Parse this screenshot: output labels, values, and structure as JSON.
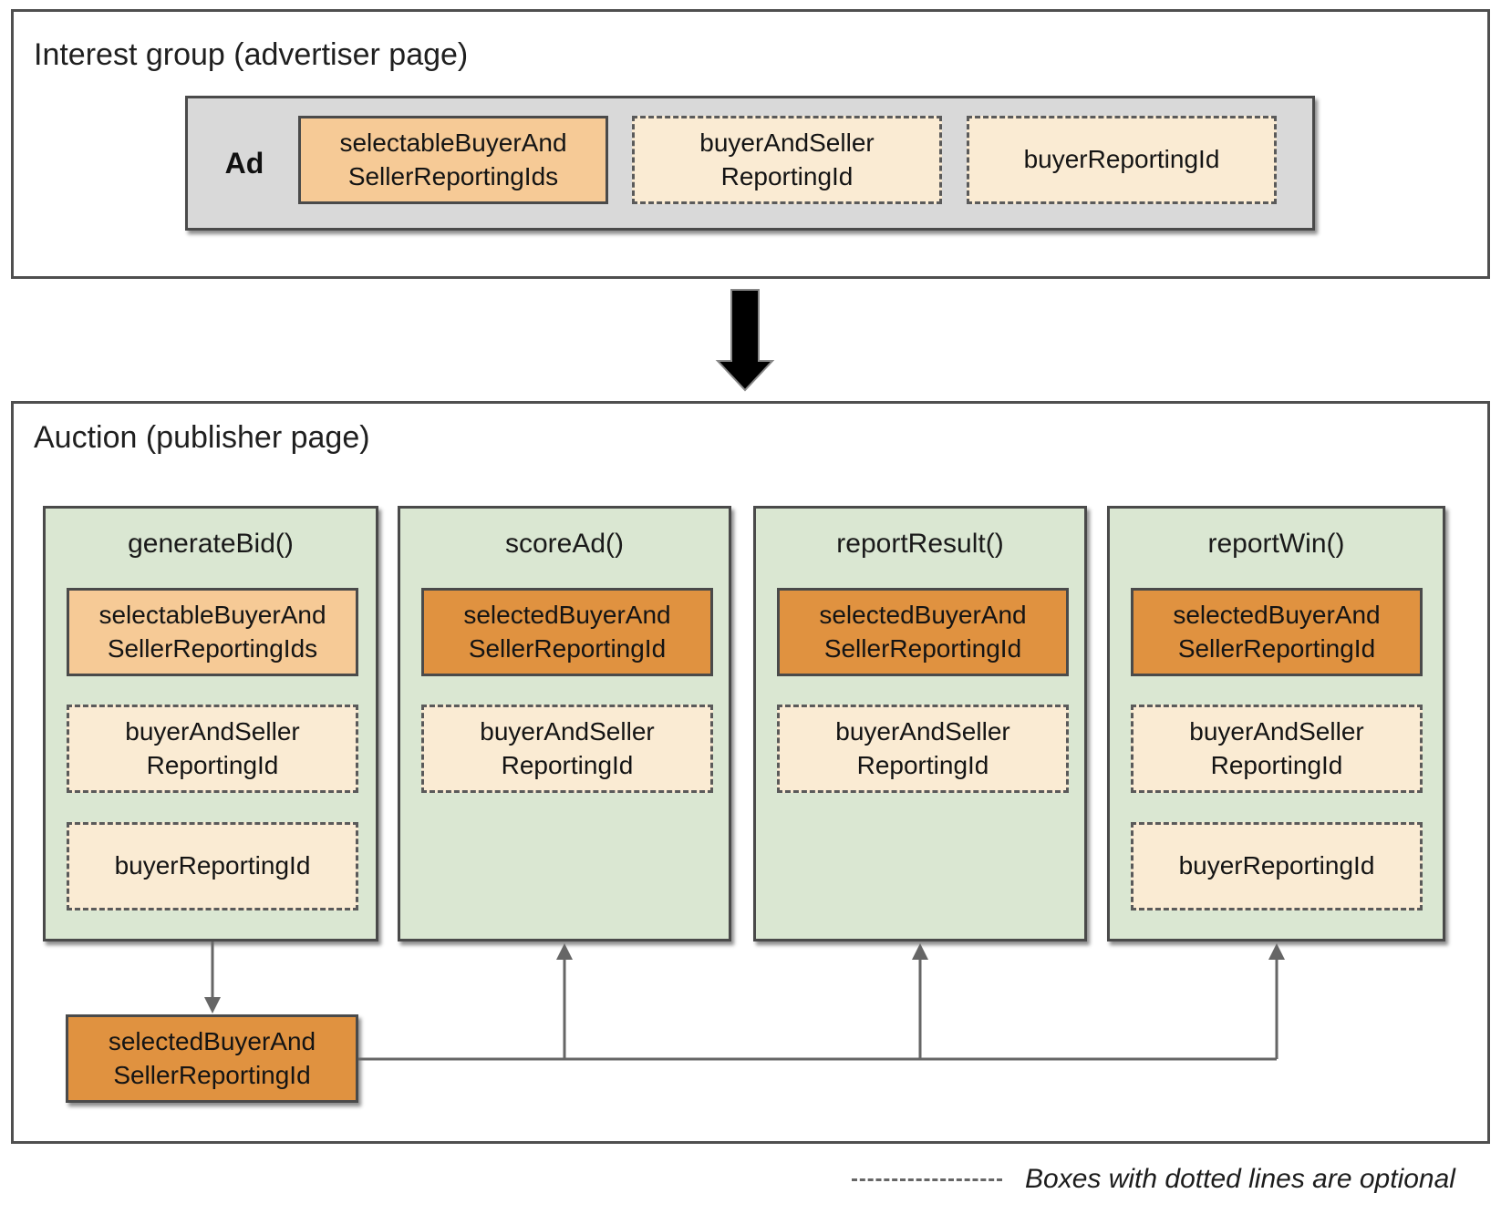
{
  "interest_group": {
    "title": "Interest group (advertiser page)",
    "ad_label": "Ad",
    "boxes": [
      {
        "label": "selectableBuyerAnd\nSellerReportingIds",
        "style": "solid",
        "optional": false
      },
      {
        "label": "buyerAndSeller\nReportingId",
        "style": "dashed",
        "optional": true
      },
      {
        "label": "buyerReportingId",
        "style": "dashed",
        "optional": true
      }
    ]
  },
  "auction": {
    "title": "Auction (publisher page)",
    "functions": [
      {
        "name": "generateBid()",
        "boxes": [
          {
            "label": "selectableBuyerAnd\nSellerReportingIds",
            "style": "solid",
            "optional": false
          },
          {
            "label": "buyerAndSeller\nReportingId",
            "style": "dashed",
            "optional": true
          },
          {
            "label": "buyerReportingId",
            "style": "dashed",
            "optional": true
          }
        ]
      },
      {
        "name": "scoreAd()",
        "boxes": [
          {
            "label": "selectedBuyerAnd\nSellerReportingId",
            "style": "solid",
            "optional": false
          },
          {
            "label": "buyerAndSeller\nReportingId",
            "style": "dashed",
            "optional": true
          }
        ]
      },
      {
        "name": "reportResult()",
        "boxes": [
          {
            "label": "selectedBuyerAnd\nSellerReportingId",
            "style": "solid",
            "optional": false
          },
          {
            "label": "buyerAndSeller\nReportingId",
            "style": "dashed",
            "optional": true
          }
        ]
      },
      {
        "name": "reportWin()",
        "boxes": [
          {
            "label": "selectedBuyerAnd\nSellerReportingId",
            "style": "solid",
            "optional": false
          },
          {
            "label": "buyerAndSeller\nReportingId",
            "style": "dashed",
            "optional": true
          },
          {
            "label": "buyerReportingId",
            "style": "dashed",
            "optional": true
          }
        ]
      }
    ],
    "output_box": {
      "label": "selectedBuyerAnd\nSellerReportingId"
    }
  },
  "legend": {
    "text": "Boxes with dotted lines are optional"
  },
  "colors": {
    "light_orange": "#f6ca96",
    "dark_orange": "#e09240",
    "cream": "#faebd3",
    "green": "#dae7d2",
    "gray": "#d9d9d9",
    "border": "#4a4a4a",
    "line": "#666666",
    "arrow_black": "#000000"
  }
}
